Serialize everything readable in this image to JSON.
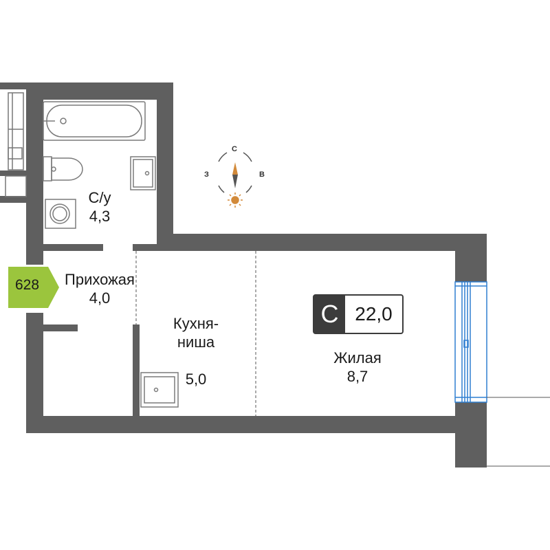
{
  "unit_number": "628",
  "apartment_type": {
    "letter": "С",
    "total_area": "22,0"
  },
  "rooms": [
    {
      "name": "С/у",
      "area": "4,3"
    },
    {
      "name": "Прихожая",
      "area": "4,0"
    },
    {
      "name": "Кухня-\nниша",
      "area": "5,0"
    },
    {
      "name": "Жилая",
      "area": "8,7"
    }
  ],
  "compass": {
    "north": "С",
    "west": "З",
    "east": "В"
  },
  "colors": {
    "wall": "#5f5f5f",
    "badge": "#9bc53d",
    "window": "#2f7fd1",
    "sun": "#d28a3a",
    "type_box": "#3c3c3c"
  }
}
